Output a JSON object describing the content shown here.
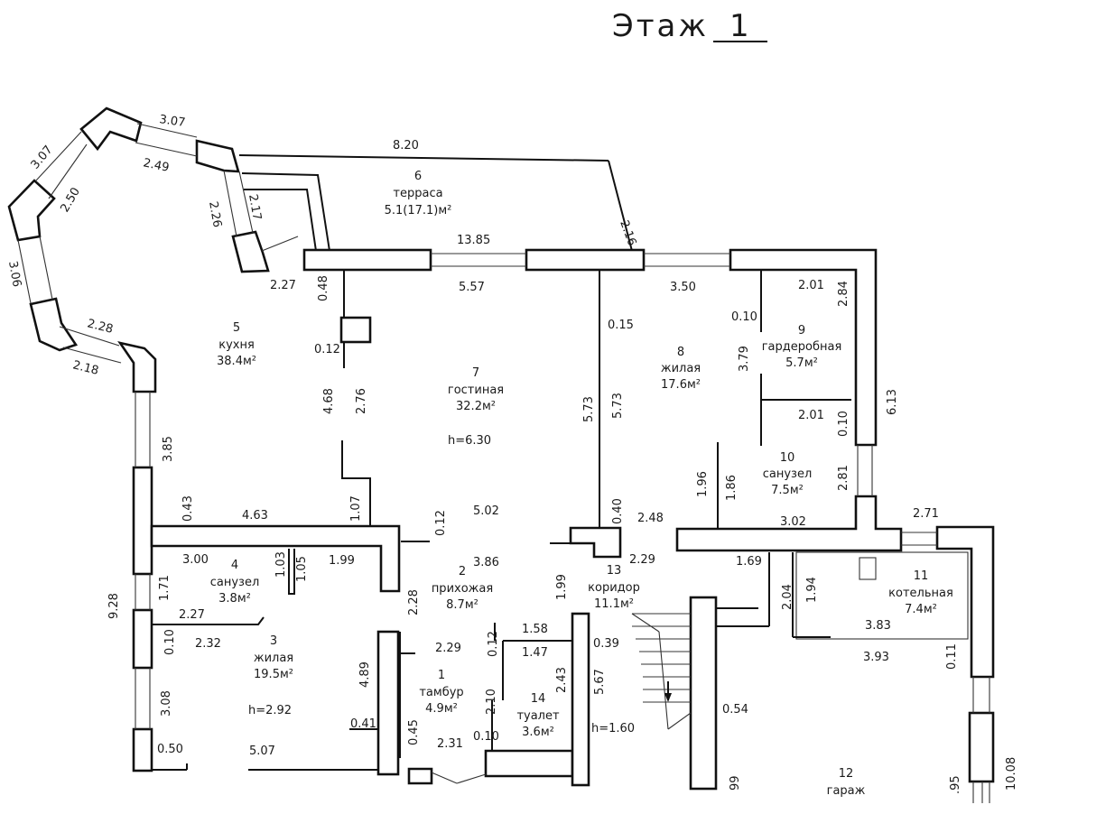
{
  "title": "Этаж",
  "floor": "1",
  "rooms": [
    {
      "id": "room-6",
      "num": "6",
      "name": "терраса",
      "area": "5.1(17.1)м²"
    },
    {
      "id": "room-5",
      "num": "5",
      "name": "кухня",
      "area": "38.4м²"
    },
    {
      "id": "room-7",
      "num": "7",
      "name": "гостиная",
      "area": "32.2м²"
    },
    {
      "id": "room-8",
      "num": "8",
      "name": "жилая",
      "area": "17.6м²"
    },
    {
      "id": "room-9",
      "num": "9",
      "name": "гардеробная",
      "area": "5.7м²"
    },
    {
      "id": "room-10",
      "num": "10",
      "name": "санузел",
      "area": "7.5м²"
    },
    {
      "id": "room-4",
      "num": "4",
      "name": "санузел",
      "area": "3.8м²"
    },
    {
      "id": "room-2",
      "num": "2",
      "name": "прихожая",
      "area": "8.7м²"
    },
    {
      "id": "room-13",
      "num": "13",
      "name": "коридор",
      "area": "11.1м²"
    },
    {
      "id": "room-11",
      "num": "11",
      "name": "котельная",
      "area": "7.4м²"
    },
    {
      "id": "room-3",
      "num": "3",
      "name": "жилая",
      "area": "19.5м²"
    },
    {
      "id": "room-1",
      "num": "1",
      "name": "тамбур",
      "area": "4.9м²"
    },
    {
      "id": "room-14",
      "num": "14",
      "name": "туалет",
      "area": "3.6м²"
    },
    {
      "id": "room-12",
      "num": "12",
      "name": "гараж",
      "area": ""
    }
  ],
  "heights": {
    "living": "h=6.30",
    "bedroom": "h=2.92",
    "corridor": "h=1.60"
  },
  "dimensions": [
    "3.07",
    "3.07",
    "2.49",
    "2.50",
    "8.20",
    "2.16",
    "2.17",
    "2.26",
    "3.06",
    "2.28",
    "2.18",
    "13.85",
    "5.57",
    "3.50",
    "2.01",
    "2.84",
    "0.10",
    "3.79",
    "2.01",
    "0.10",
    "6.13",
    "2.27",
    "0.48",
    "0.12",
    "4.68",
    "2.76",
    "0.15",
    "5.73",
    "5.73",
    "3.85",
    "1.96",
    "1.86",
    "2.81",
    "0.43",
    "4.63",
    "1.07",
    "0.12",
    "5.02",
    "0.40",
    "2.48",
    "3.02",
    "2.71",
    "3.00",
    "1.99",
    "1.03",
    "1.05",
    "3.86",
    "2.29",
    "1.69",
    "2.04",
    "1.94",
    "1.71",
    "2.28",
    "1.99",
    "9.28",
    "2.27",
    "0.10",
    "2.32",
    "1.58",
    "0.12",
    "0.39",
    "3.83",
    "3.93",
    "0.11",
    "1.47",
    "2.29",
    "2.43",
    "5.67",
    "4.89",
    "2.10",
    "3.08",
    "0.41",
    "0.45",
    "0.10",
    "0.54",
    "0.50",
    "5.07",
    "2.31",
    "99",
    ".95",
    "10.08"
  ]
}
